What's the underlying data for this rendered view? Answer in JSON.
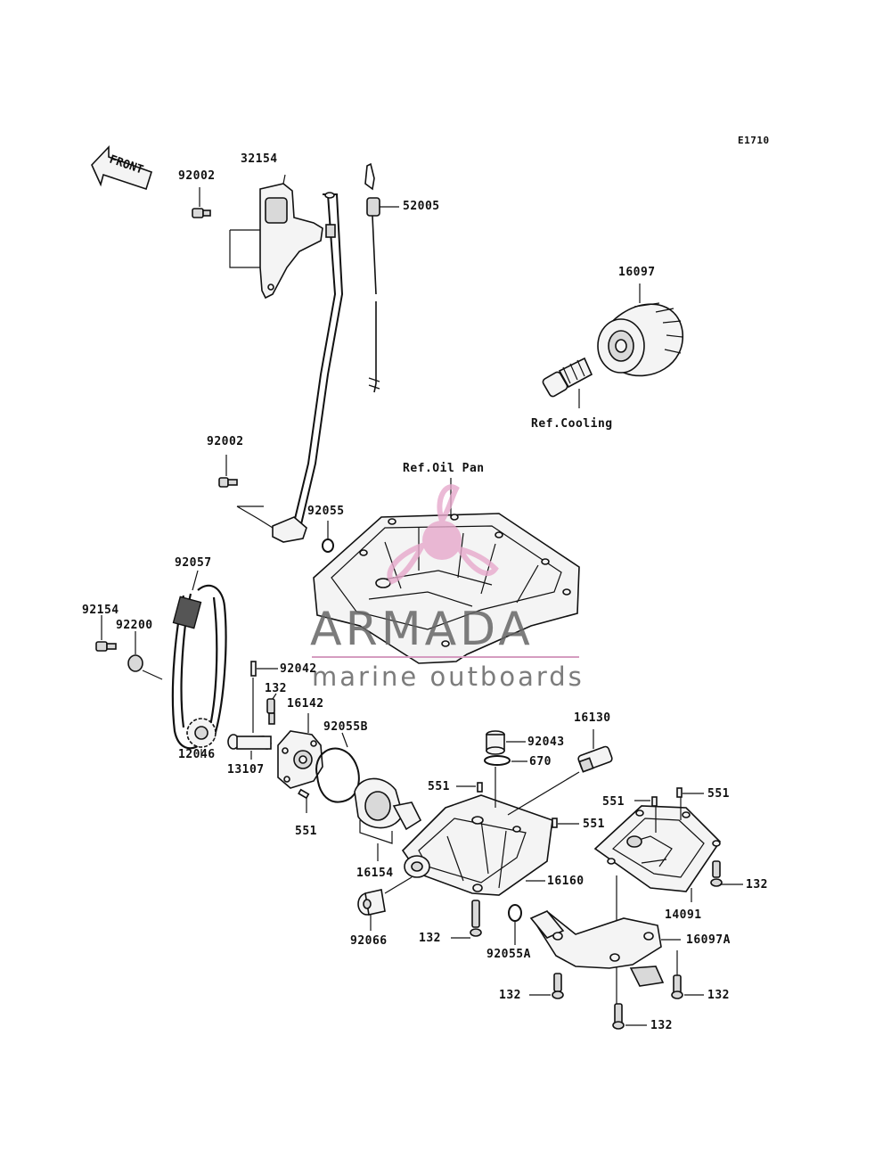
{
  "diagram_code": "E1710",
  "front_label": "FRONT",
  "watermark": {
    "title": "ARMADA",
    "subtitle": "marine outboards",
    "colors": {
      "logo": "#e7a9cc",
      "text": "#666666"
    }
  },
  "refs": {
    "oil_pan": "Ref.Oil Pan",
    "cooling": "Ref.Cooling"
  },
  "parts": [
    "92002",
    "32154",
    "52005",
    "16097",
    "92002",
    "92055",
    "92057",
    "92154",
    "92200",
    "92042",
    "132",
    "16142",
    "12046",
    "13107",
    "92055B",
    "551",
    "16154",
    "16130",
    "92043",
    "670",
    "551",
    "551",
    "551",
    "551",
    "16160",
    "14091",
    "132",
    "92066",
    "132",
    "92055A",
    "16097A",
    "132",
    "132",
    "132"
  ]
}
